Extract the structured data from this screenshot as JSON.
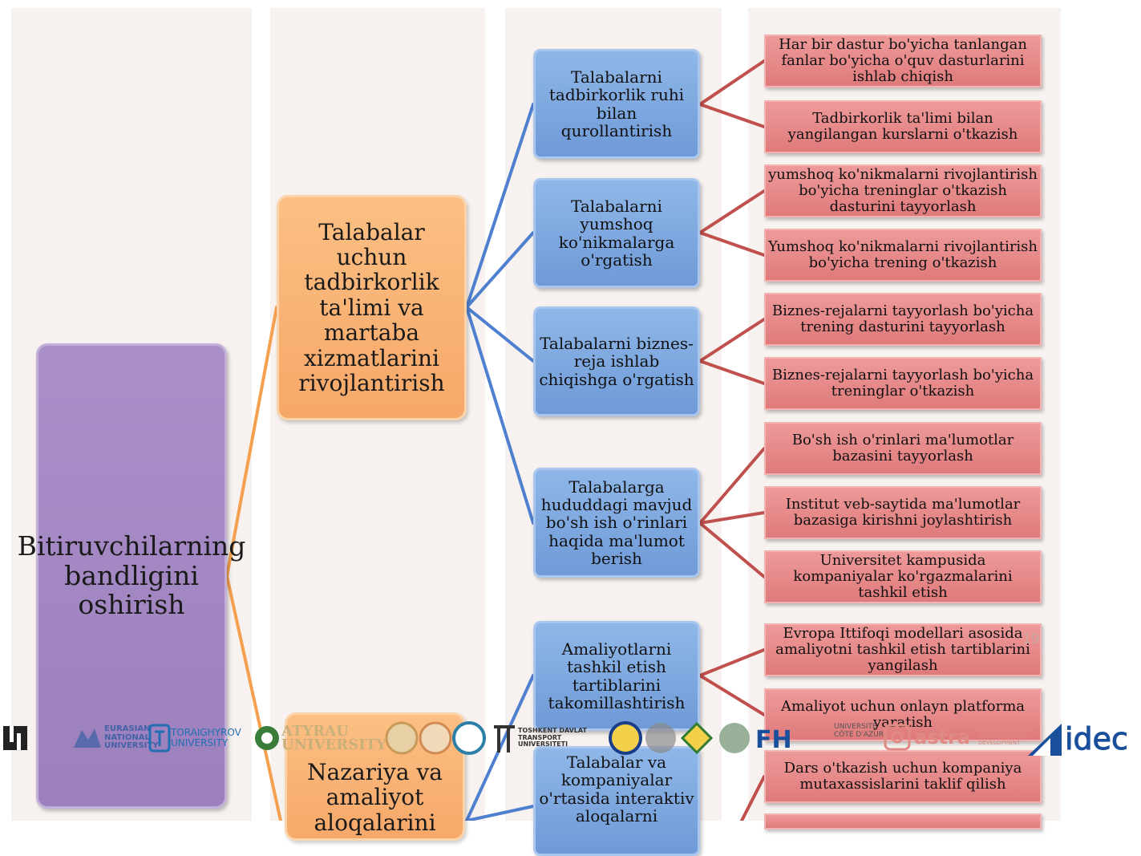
{
  "root": {
    "label": "Bitiruvchilarning bandligini oshirish"
  },
  "level1": [
    {
      "label": "Talabalar uchun tadbirkorlik ta'limi va martaba xizmatlarini rivojlantirish"
    },
    {
      "label": "Nazariya va amaliyot aloqalarini"
    }
  ],
  "level2": [
    {
      "label": "Talabalarni tadbirkorlik ruhi bilan qurollantirish"
    },
    {
      "label": "Talabalarni yumshoq ko'nikmalarga o'rgatish"
    },
    {
      "label": "Talabalarni biznes-reja ishlab chiqishga o'rgatish"
    },
    {
      "label": "Talabalarga hududdagi mavjud bo'sh ish o'rinlari haqida ma'lumot berish"
    },
    {
      "label": "Amaliyotlarni tashkil etish tartiblarini takomillashtirish"
    },
    {
      "label": "Talabalar va kompaniyalar o'rtasida interaktiv aloqalarni"
    }
  ],
  "level3": [
    {
      "label": "Har bir dastur bo'yicha tanlangan fanlar bo'yicha o'quv dasturlarini ishlab chiqish"
    },
    {
      "label": "Tadbirkorlik ta'limi bilan yangilangan kurslarni o'tkazish"
    },
    {
      "label": "yumshoq ko'nikmalarni rivojlantirish bo'yicha treninglar o'tkazish dasturini tayyorlash"
    },
    {
      "label": "Yumshoq ko'nikmalarni rivojlantirish bo'yicha trening o'tkazish"
    },
    {
      "label": "Biznes-rejalarni tayyorlash bo'yicha trening dasturini tayyorlash"
    },
    {
      "label": "Biznes-rejalarni tayyorlash bo'yicha treninglar o'tkazish"
    },
    {
      "label": "Bo'sh ish o'rinlari ma'lumotlar bazasini tayyorlash"
    },
    {
      "label": "Institut veb-saytida ma'lumotlar bazasiga kirishni joylashtirish"
    },
    {
      "label": "Universitet kampusida kompaniyalar ko'rgazmalarini tashkil etish"
    },
    {
      "label": "Evropa Ittifoqi modellari asosida amaliyotni tashkil etish tartiblarini yangilash"
    },
    {
      "label": "Amaliyot uchun onlayn platforma yaratish"
    },
    {
      "label": "Dars o'tkazish uchun kompaniya mutaxassislarini taklif qilish"
    }
  ],
  "page_number": "19",
  "logos": {
    "toraighyrov": "TORAIGHYROV UNIVERSITY",
    "eurasian": "EURASIAN NATIONAL UNIVERSITY",
    "atyrau": "ATYRAU UNIVERSITY",
    "tashkent": "TOSHKENT DAVLAT TRANSPORT UNIVERSITETI",
    "idec": "idec",
    "fh": "FH",
    "astra": "astra",
    "astra_sub": "ASSOCIATION FOR INNOVATION AND DEVELOPMENT",
    "universite": "UNIVERSITÉ CÔTE D'AZUR"
  },
  "colors": {
    "root": "#a58ac4",
    "level1": "#f9b477",
    "level2": "#7ea7df",
    "level3": "#e48485",
    "link_orange": "#f4a04e",
    "link_blue": "#4f7fcf",
    "link_red": "#c0504d"
  }
}
